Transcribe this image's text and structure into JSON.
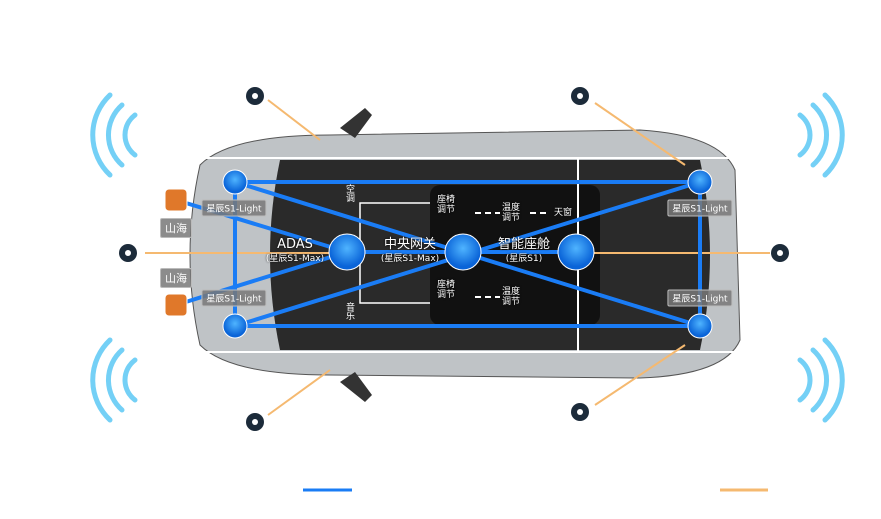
{
  "nodes": {
    "adas": {
      "name": "ADAS",
      "chip": "(星辰S1-Max)"
    },
    "gateway": {
      "name": "中央网关",
      "chip": "(星辰S1-Max)"
    },
    "cockpit": {
      "name": "智能座舱",
      "chip": "(星辰S1)"
    },
    "zone_chip": "星辰S1-Light",
    "mcu_label": "山海"
  },
  "functions": {
    "ac": "空调",
    "music": "音乐",
    "seat": "座椅调节",
    "temp": "温度调节",
    "sunroof": "天窗"
  },
  "colors": {
    "bus": "#1a7cf5",
    "camera_link": "#f5b970",
    "chip_orange": "#e0782a",
    "radar": "#5cc8f5"
  }
}
